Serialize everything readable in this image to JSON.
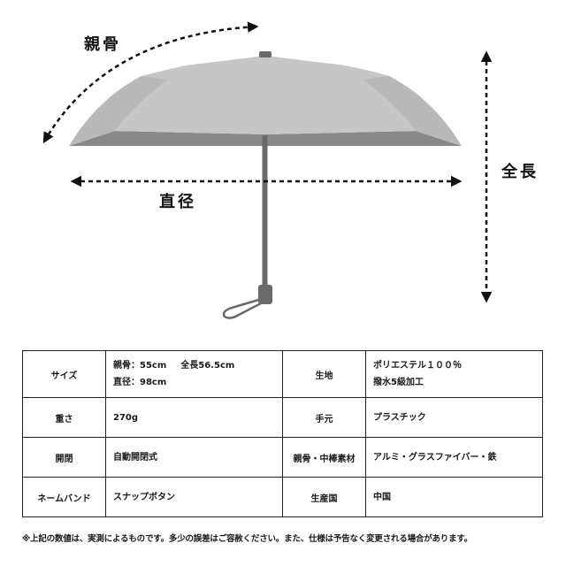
{
  "labels": {
    "rib": "親骨",
    "diameter": "直径",
    "total_length": "全長"
  },
  "colors": {
    "canopy": "#c6c6c6",
    "canopy_inner": "#898989",
    "handle": "#6a6a6a",
    "text": "#111111"
  },
  "spec_table": {
    "rows": [
      {
        "label_left": "サイズ",
        "value_left": {
          "line1_a": "親骨：55cm",
          "line1_b": "全長56.5cm",
          "line2": "直径：98cm"
        },
        "label_right": "生地",
        "value_right": {
          "line1": "ポリエステル１００％",
          "line2": "撥水5級加工"
        }
      },
      {
        "label_left": "重さ",
        "value_left": "270g",
        "label_right": "手元",
        "value_right": "プラスチック"
      },
      {
        "label_left": "開閉",
        "value_left": "自動開閉式",
        "label_right": "親骨・中棒素材",
        "value_right": "アルミ・グラスファイバー・鉄"
      },
      {
        "label_left": "ネームバンド",
        "value_left": "スナップボタン",
        "label_right": "生産国",
        "value_right": "中国"
      }
    ]
  },
  "footnote": "※上記の数値は、実測によるものです。多少の誤差はご容赦ください。また、仕様は予告なく変更される場合があります。"
}
